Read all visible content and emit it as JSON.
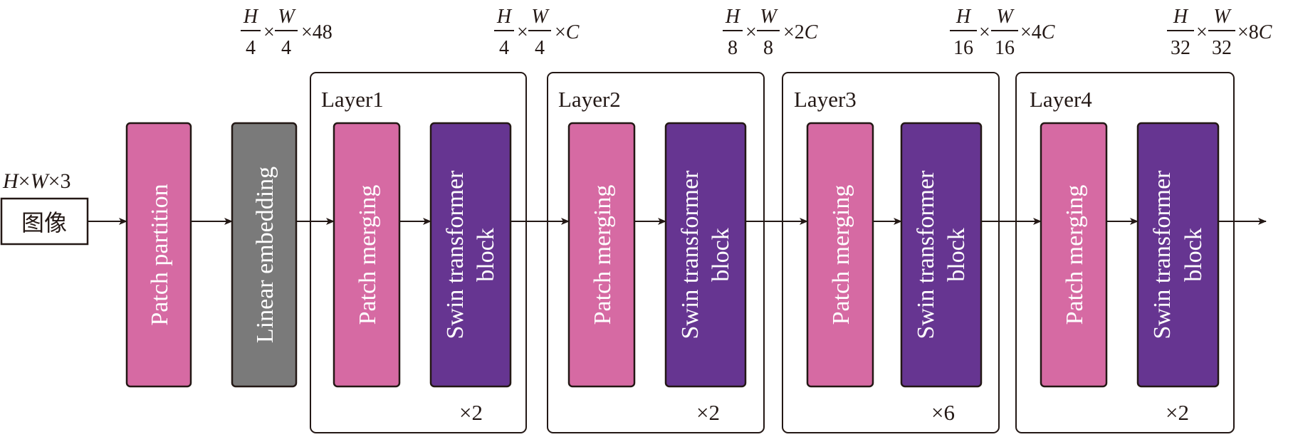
{
  "input": {
    "size_label": {
      "h": "H",
      "x1": "×",
      "w": "W",
      "rest": "×3"
    },
    "image_label": "图像"
  },
  "stem": [
    {
      "label": "Patch partition",
      "color": "#d66aa3"
    },
    {
      "label": "Linear embedding",
      "color": "#7a7a7a"
    }
  ],
  "dims": [
    {
      "num1": "H",
      "den1": "4",
      "num2": "W",
      "den2": "4",
      "tail_a": "×48",
      "tail_b": ""
    },
    {
      "num1": "H",
      "den1": "4",
      "num2": "W",
      "den2": "4",
      "tail_a": "×",
      "tail_b": "C"
    },
    {
      "num1": "H",
      "den1": "8",
      "num2": "W",
      "den2": "8",
      "tail_a": "×2",
      "tail_b": "C"
    },
    {
      "num1": "H",
      "den1": "16",
      "num2": "W",
      "den2": "16",
      "tail_a": "×4",
      "tail_b": "C"
    },
    {
      "num1": "H",
      "den1": "32",
      "num2": "W",
      "den2": "32",
      "tail_a": "×8",
      "tail_b": "C"
    }
  ],
  "times_sign": "×",
  "layers": [
    {
      "title": "Layer1",
      "merge_label": "Patch merging",
      "block_line1": "Swin transformer",
      "block_line2": "block",
      "repeat": "×2"
    },
    {
      "title": "Layer2",
      "merge_label": "Patch merging",
      "block_line1": "Swin transformer",
      "block_line2": "block",
      "repeat": "×2"
    },
    {
      "title": "Layer3",
      "merge_label": "Patch merging",
      "block_line1": "Swin transformer",
      "block_line2": "block",
      "repeat": "×6"
    },
    {
      "title": "Layer4",
      "merge_label": "Patch merging",
      "block_line1": "Swin transformer",
      "block_line2": "block",
      "repeat": "×2"
    }
  ],
  "colors": {
    "merge": "#d66aa3",
    "block": "#663591",
    "embed": "#7a7a7a",
    "stroke": "#231815"
  }
}
